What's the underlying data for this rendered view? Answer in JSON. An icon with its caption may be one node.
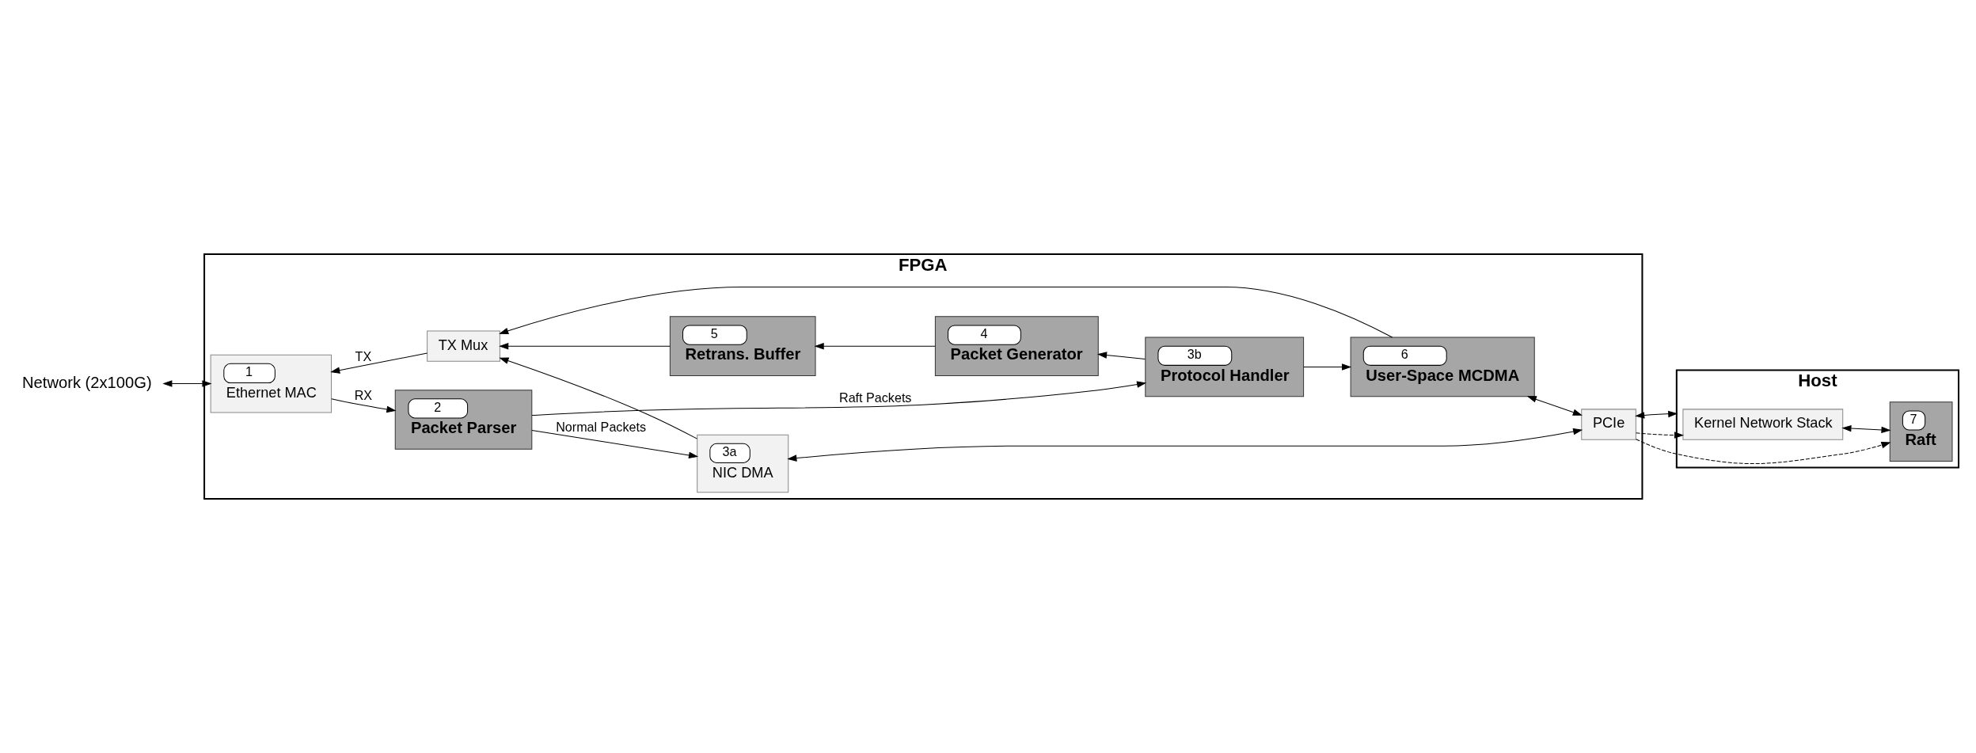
{
  "diagram": {
    "nodes": [
      {
        "text": [
          "FPGA"
        ]
      },
      {
        "text": [
          "Host"
        ]
      },
      {
        "text": [
          "Network (2x100G)"
        ]
      },
      {
        "text": [
          "1",
          "Ethernet MAC"
        ],
        "in": 0
      },
      {
        "text": [
          "2",
          "Packet Parser"
        ],
        "in": 0
      },
      {
        "text": [
          "3a",
          "NIC DMA"
        ],
        "in": 0
      },
      {
        "text": [
          "PCIe"
        ],
        "in": 0
      },
      {
        "text": [
          "TX Mux"
        ],
        "in": 0
      },
      {
        "text": [
          "5",
          "Retrans. Buffer"
        ],
        "in": 0
      },
      {
        "text": [
          "4",
          "Packet Generator"
        ],
        "in": 0
      },
      {
        "text": [
          "3b",
          "Protocol Handler"
        ],
        "in": 0
      },
      {
        "text": [
          "6",
          "User-Space MCDMA"
        ],
        "in": 0
      },
      {
        "text": [
          "Kernel Network Stack"
        ],
        "in": 1
      },
      {
        "text": [
          "7",
          "Raft"
        ],
        "in": 1
      }
    ],
    "edges": [
      {
        "from": 2,
        "to": 3,
        "arrow": "both"
      },
      {
        "from": 3,
        "to": 4,
        "arrow": "to",
        "label": "RX"
      },
      {
        "from": 4,
        "to": 5,
        "arrow": "to",
        "label": "Normal Packets"
      },
      {
        "from": 4,
        "to": 10,
        "arrow": "to",
        "label": "Raft Packets"
      },
      {
        "from": 5,
        "to": 6,
        "arrow": "both"
      },
      {
        "from": 6,
        "to": 12,
        "arrow": "to",
        "style": "dashed"
      },
      {
        "from": 5,
        "to": 7,
        "arrow": "to"
      },
      {
        "from": 10,
        "to": 9,
        "arrow": "to"
      },
      {
        "from": 9,
        "to": 8,
        "arrow": "to"
      },
      {
        "from": 8,
        "to": 7,
        "arrow": "to"
      },
      {
        "from": 7,
        "to": 3,
        "arrow": "to",
        "label": "TX"
      },
      {
        "from": 10,
        "to": 11,
        "arrow": "to"
      },
      {
        "from": 11,
        "to": 6,
        "arrow": "both"
      },
      {
        "from": 6,
        "to": 13,
        "arrow": "to",
        "style": "dashed"
      },
      {
        "from": 11,
        "to": 7,
        "arrow": "to"
      },
      {
        "from": 6,
        "to": 1,
        "arrow": "both"
      },
      {
        "from": 12,
        "to": 13,
        "arrow": "both"
      }
    ]
  }
}
